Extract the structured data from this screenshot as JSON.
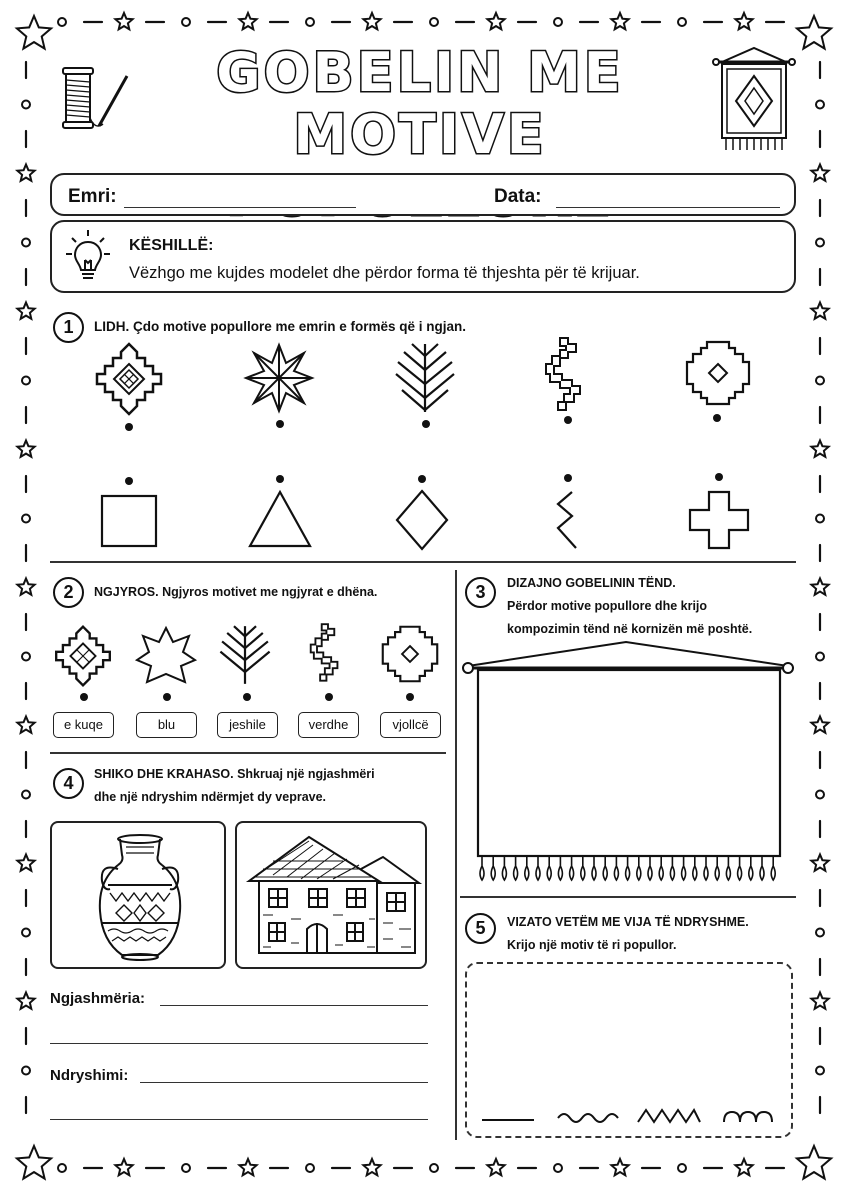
{
  "title": {
    "line1": "GOBELIN ME",
    "line2": "MOTIVE POPULLORE"
  },
  "header": {
    "name_label": "Emri:",
    "date_label": "Data:"
  },
  "tip": {
    "title": "KËSHILLË:",
    "text": "Vëzhgo me kujdes modelet dhe përdor forma të thjeshta për të krijuar."
  },
  "exercise1": {
    "number": "1",
    "text": "LIDH. Çdo motive popullore me emrin e formës që i ngjan.",
    "motifs": [
      "diamond-motif-icon",
      "eight-point-star-icon",
      "fir-branch-icon",
      "zigzag-motif-icon",
      "cross-motif-icon"
    ],
    "shapes": [
      "square-icon",
      "triangle-icon",
      "rhombus-icon",
      "zigzag-line-icon",
      "cross-icon"
    ]
  },
  "exercise2": {
    "number": "2",
    "text": "NGJYROS. Ngjyros motivet me ngjyrat e dhëna.",
    "colors": [
      "e kuqe",
      "blu",
      "jeshile",
      "verdhe",
      "vjollcë"
    ]
  },
  "exercise3": {
    "number": "3",
    "title": "DIZAJNO GOBELININ TËND.",
    "line1": "Përdor motive popullore dhe krijo",
    "line2": "kompozimin tënd në kornizën më poshtë."
  },
  "exercise4": {
    "number": "4",
    "line1": "SHIKO DHE KRAHASO. Shkruaj një ngjashmëri",
    "line2": "dhe një ndryshim ndërmjet dy veprave.",
    "similarity_label": "Ngjashmëria:",
    "difference_label": "Ndryshimi:"
  },
  "exercise5": {
    "number": "5",
    "title": "VIZATO VETËM ME VIJA TË NDRYSHME.",
    "text": "Krijo një motiv të ri popullor."
  }
}
